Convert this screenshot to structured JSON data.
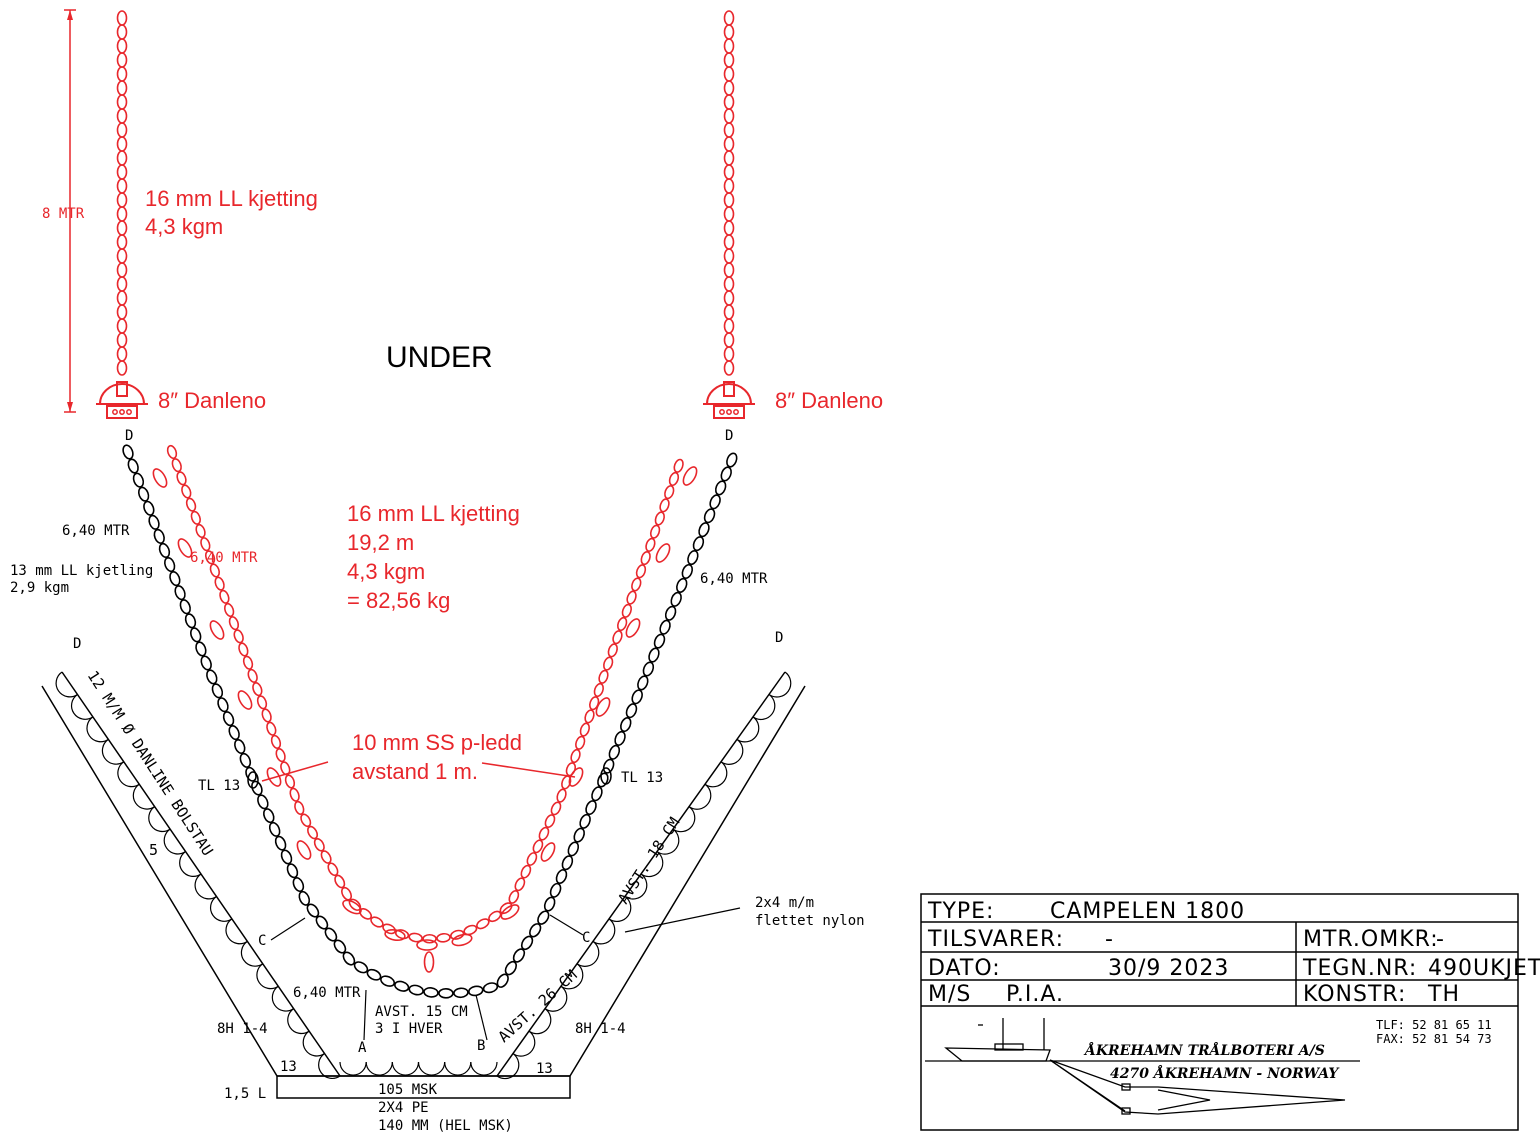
{
  "section_title": "UNDER",
  "colors": {
    "red_chain": "#e8272c",
    "black_chain": "#000000"
  },
  "upper_chain": {
    "label_1": "16 mm LL kjetting",
    "label_2": "4,3 kgm",
    "length_mark": "8 MTR"
  },
  "danleno": {
    "left_label": "8″ Danleno",
    "right_label": "8″ Danleno",
    "marker": "D"
  },
  "red_chain_main": {
    "line1": "16 mm LL kjetting",
    "line2": "19,2 m",
    "line3": "4,3 kgm",
    "line4": "= 82,56 kg",
    "side_label": "6,40 MTR"
  },
  "black_chain": {
    "left_len": "6,40 MTR",
    "right_len": "6,40 MTR",
    "bottom_len": "6,40 MTR",
    "spec_1": "13 mm LL kjetling",
    "spec_2": "2,9 kgm"
  },
  "p_link": {
    "line1": "10 mm SS p-ledd",
    "line2": "avstand 1 m."
  },
  "markers": {
    "tl_left": "TL 13",
    "tl_right": "TL 13",
    "c_left": "C",
    "c_right": "C",
    "a": "A",
    "b": "B",
    "d_left": "D",
    "d_right": "D"
  },
  "bolstau": {
    "label": "12 M/M Ø DANLINE BOLSTAU",
    "num_5": "5"
  },
  "spacing": {
    "avst18": "AVST. 18 CM",
    "avst26": "AVST. 26 CM",
    "avst15": "AVST. 15 CM",
    "three_each": "3 I HVER"
  },
  "net": {
    "left_8h": "8H 1-4",
    "right_8h": "8H 1-4",
    "left_13": "13",
    "right_13": "13",
    "l15": "1,5 L",
    "msk_105": "105 MSK",
    "pe": "2X4 PE",
    "mm140": "140 MM (HEL MSK)",
    "nylon_1": "2x4 m/m",
    "nylon_2": "flettet nylon"
  },
  "title_block": {
    "type_label": "TYPE:",
    "type_value": "CAMPELEN 1800",
    "tilsvarer_label": "TILSVARER:",
    "tilsvarer_value": "-",
    "mtr_label": "MTR.OMKR:",
    "mtr_value": "-",
    "dato_label": "DATO:",
    "dato_value": "30/9 2023",
    "tegn_label": "TEGN.NR:",
    "tegn_value": "490UKJET",
    "ms_label": "M/S",
    "ms_value": "P.I.A.",
    "konstr_label": "KONSTR:",
    "konstr_value": "TH",
    "company": "ÅKREHAMN TRÅLBOTERI A/S",
    "address": "4270 ÅKREHAMN - NORWAY",
    "tlf": "TLF: 52 81 65 11",
    "fax": "FAX: 52 81 54 73"
  }
}
